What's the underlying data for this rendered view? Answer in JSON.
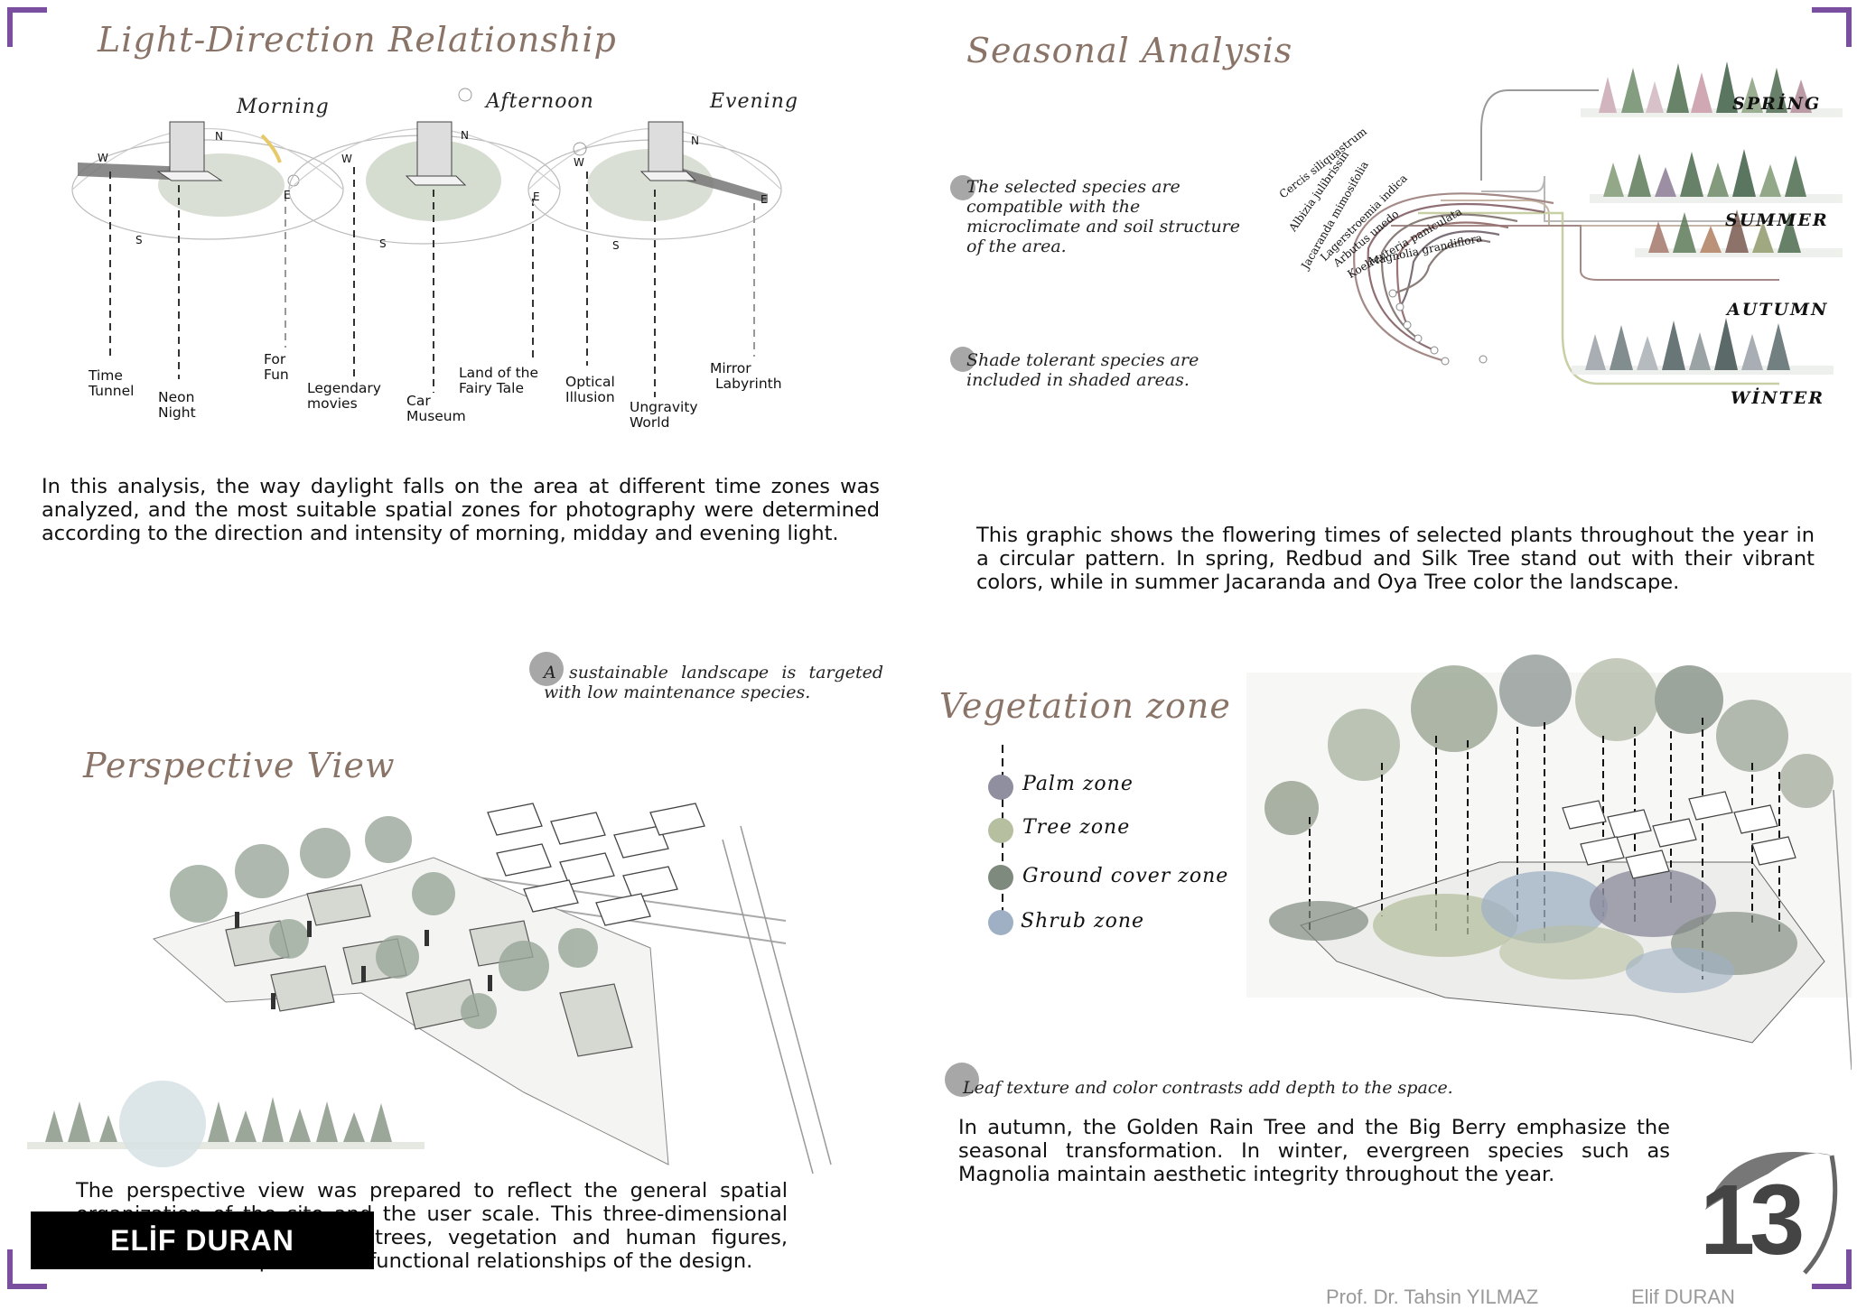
{
  "light_direction": {
    "title": "Light-Direction Relationship",
    "periods": [
      {
        "name": "Morning"
      },
      {
        "name": "Afternoon"
      },
      {
        "name": "Evening"
      }
    ],
    "compass": {
      "n": "N",
      "e": "E",
      "s": "S",
      "w": "W"
    },
    "zones": [
      {
        "lines": [
          "Time",
          "Tunnel"
        ]
      },
      {
        "lines": [
          "Neon",
          "Night"
        ]
      },
      {
        "lines": [
          "For",
          "Fun"
        ]
      },
      {
        "lines": [
          "Legendary",
          "movies"
        ]
      },
      {
        "lines": [
          "Car",
          "Museum"
        ]
      },
      {
        "lines": [
          "Land of the",
          "Fairy Tale"
        ]
      },
      {
        "lines": [
          "Optical",
          "Illusion"
        ]
      },
      {
        "lines": [
          "Ungravity",
          "World"
        ]
      },
      {
        "lines": [
          "Mirror",
          "Labyrinth"
        ]
      }
    ],
    "text": "In this analysis, the way daylight falls on the area at different time zones was analyzed, and the most suitable spatial zones for photography were determined according to the direction and intensity of morning, midday and evening light."
  },
  "seasonal": {
    "title": "Seasonal Analysis",
    "note1": "The selected species are compatible with the microclimate and soil structure of the area.",
    "note2": "Shade tolerant species are included in shaded areas.",
    "species": [
      "Cercis siliquastrum",
      "Albizia julibrissin",
      "Jacaranda mimosifolia",
      "Lagerstroemia indica",
      "Arbutus unedo",
      "Koelreuteria paniculata",
      "Magnolia grandiflora"
    ],
    "seasons": [
      "SPRİNG",
      "SUMMER",
      "AUTUMN",
      "WİNTER"
    ],
    "text": "This graphic shows the flowering times of selected plants throughout the year in a circular pattern. In spring, Redbud and Silk Tree stand out with their vibrant colors, while in summer Jacaranda and Oya Tree color the landscape."
  },
  "sustainable_note": "A sustainable landscape is targeted with low maintenance species.",
  "perspective": {
    "title": "Perspective View",
    "text": "The perspective view was prepared to reflect the general spatial organization of the site and the user scale. This three-dimensional perspective, supported by trees, vegetation and human figures, reveals the atmosphere and functional relationships of the design."
  },
  "vegetation": {
    "title": "Vegetation zone",
    "zones": [
      {
        "label": "Palm zone",
        "color": "#8f8fa0"
      },
      {
        "label": "Tree zone",
        "color": "#b6bfa0"
      },
      {
        "label": "Ground cover zone",
        "color": "#7f8a7f"
      },
      {
        "label": "Shrub zone",
        "color": "#9fb0c4"
      }
    ],
    "note": "Leaf texture and color contrasts add depth to the space.",
    "text": "In autumn, the Golden Rain Tree and the Big Berry emphasize the seasonal transformation. In winter, evergreen species such as Magnolia maintain aesthetic integrity throughout the year."
  },
  "author": "ELİF DURAN",
  "page_number": "13",
  "footer": {
    "advisor": "Prof. Dr. Tahsin YILMAZ",
    "student": "Elif DURAN"
  },
  "colors": {
    "accent": "#7a4fa0",
    "title": "#8a7468",
    "zone_line": "#8a7468"
  }
}
